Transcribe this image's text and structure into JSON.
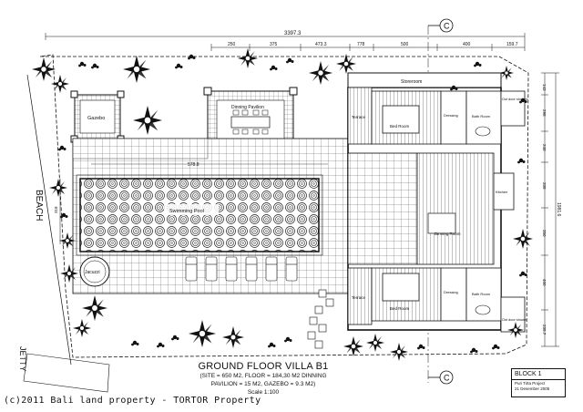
{
  "plan": {
    "title": "GROUND FLOOR VILLA B1",
    "area_line1": "(SITE = 650 M2, FLOOR = 184,30 M2 DINNING",
    "area_line2": "PAVILION = 15 M2, GAZEBO = 9.3 M2)",
    "scale": "Scale 1:100",
    "beach_label": "BEACH",
    "jetty_label": "JETTY",
    "section_marker": "C",
    "block": "BLOCK 1",
    "project": "Puri Tirta Project",
    "date": "21 Desember 2005",
    "copyright": "(c)2011  Bali land property - TORTOR Property"
  },
  "rooms": {
    "gazebo": "Gazebo",
    "dining_pavilion": "Dinning Pavilion",
    "swimming_pool": "Swimming Pool",
    "jacuzzi": "Jacuzzi",
    "storeroom": "Storeroom",
    "terrace_top": "Terrace",
    "bedroom_top": "Bed Room",
    "dressing_top": "Dressing",
    "bathroom_top": "Bath Room",
    "outdoor_shower_top": "Out door shower",
    "dining_room": "Dinning Room",
    "kitchen": "Kitchen",
    "terrace_bottom": "Terrace",
    "bedroom_bottom": "Bed Room",
    "dressing_bottom": "Dressing",
    "bathroom_bottom": "Bath Room",
    "outdoor_shower_bottom": "Out door shower",
    "deck_dim": "578.8"
  },
  "dimensions": {
    "top_total": "3397.3",
    "top_segments": [
      "250",
      "375",
      "473.3",
      "778",
      "500",
      "400",
      "159.7"
    ],
    "right_total": "1981.6",
    "right_segments": [
      "143",
      "298",
      "240",
      "338",
      "350",
      "400",
      "238.7"
    ],
    "left_segment": "318"
  }
}
